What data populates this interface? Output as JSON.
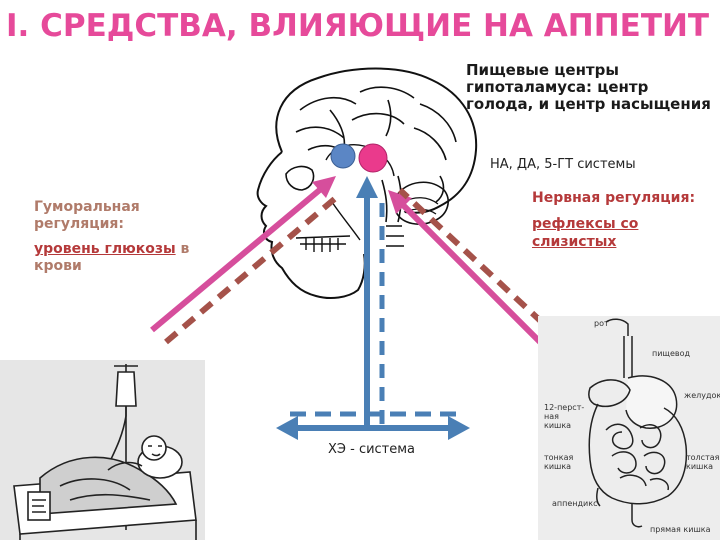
{
  "title": "I.  СРЕДСТВА, ВЛИЯЮЩИЕ НА АППЕТИТ",
  "hypothalamus_text": "Пищевые центры гипоталамуса: центр голода, и центр насыщения",
  "systems_text": "НА, ДА, 5-ГТ системы",
  "nervous": {
    "heading": "Нервная регуляция:",
    "link": "рефлексы со слизистых"
  },
  "humoral": {
    "heading": "Гуморальная регуляция:",
    "link": "уровень глюкозы",
    "rest": " в крови"
  },
  "cholinergic_text": "ХЭ - система",
  "gi_labels": {
    "mouth": "рот",
    "esophagus": "пищевод",
    "stomach": "желудок",
    "duodenum": "12-перст-\nная\nкишка",
    "small_intestine": "тонкая\nкишка",
    "large_intestine": "толстая\nкишка",
    "appendix": "аппендикс",
    "rectum": "прямая кишка"
  },
  "colors": {
    "title": "#e64a9a",
    "pink_arrow": "#d64e9c",
    "dashed_brown": "#a5524a",
    "blue_arrow": "#4a7fb5",
    "blue_node": "#5b86c5",
    "pink_node": "#ea3a8c",
    "nervous_text": "#b5393a",
    "humoral_text": "#b07b6a"
  }
}
